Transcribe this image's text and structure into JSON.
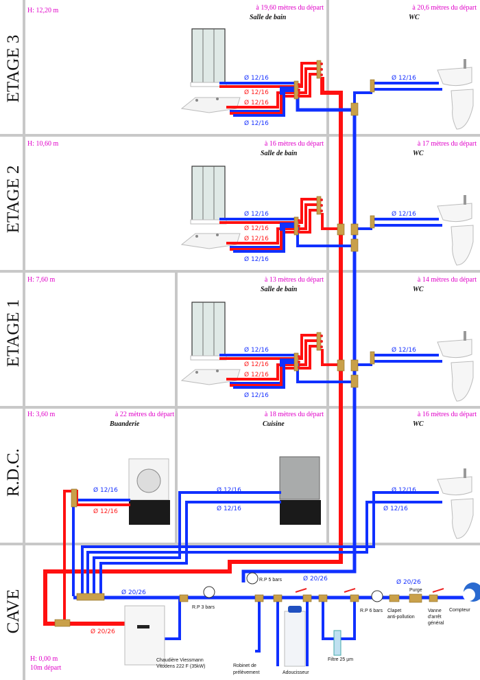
{
  "floors": {
    "etage3": {
      "label": "ETAGE 3",
      "height": "H: 12,20 m",
      "bathroom": {
        "distance": "à 19,60 mètres du départ",
        "name": "Salle de bain"
      },
      "wc": {
        "distance": "à 20,6 mètres du départ",
        "name": "WC"
      },
      "pipes": [
        "Ø 12/16",
        "Ø 12/16",
        "Ø 12/16",
        "Ø 12/16",
        "Ø 12/16"
      ]
    },
    "etage2": {
      "label": "ETAGE 2",
      "height": "H: 10,60 m",
      "bathroom": {
        "distance": "à 16 mètres du départ",
        "name": "Salle de bain"
      },
      "wc": {
        "distance": "à 17 mètres du départ",
        "name": "WC"
      },
      "pipes": [
        "Ø 12/16",
        "Ø 12/16",
        "Ø 12/16",
        "Ø 12/16",
        "Ø 12/16"
      ]
    },
    "etage1": {
      "label": "ETAGE 1",
      "height": "H: 7,60 m",
      "bathroom": {
        "distance": "à 13 mètres du départ",
        "name": "Salle de bain"
      },
      "wc": {
        "distance": "à 14 mètres du départ",
        "name": "WC"
      },
      "pipes": [
        "Ø 12/16",
        "Ø 12/16",
        "Ø 12/16",
        "Ø 12/16",
        "Ø 12/16"
      ]
    },
    "rdc": {
      "label": "R.D.C.",
      "height": "H: 3,60 m",
      "laundry": {
        "distance": "à 22 mètres du départ",
        "name": "Buanderie",
        "pipes": [
          "Ø 12/16",
          "Ø 12/16"
        ]
      },
      "kitchen": {
        "distance": "à 18 mètres du départ",
        "name": "Cuisine",
        "pipes": [
          "Ø 12/16",
          "Ø 12/16"
        ]
      },
      "wc": {
        "distance": "à 16 mètres du départ",
        "name": "WC",
        "pipes": [
          "Ø 12/16",
          "Ø 12/16"
        ]
      }
    },
    "cave": {
      "label": "CAVE",
      "height": "H: 0,00 m",
      "start": "10m départ",
      "pipes": {
        "cold_main": "Ø 20/26",
        "hot_main": "Ø 20/26",
        "riser": "Ø 20/26",
        "inlet": "Ø 20/26"
      },
      "components": {
        "rp3": "R.P 3 bars",
        "rp5": "R.P 5 bars",
        "rp6": "R.P 6 bars",
        "purge": "Purge",
        "clapet_1": "Clapet",
        "clapet_2": "anti-pollution",
        "vanne_1": "Vanne",
        "vanne_2": "d'arrêt",
        "vanne_3": "général",
        "compteur": "Compteur",
        "boiler_1": "Chaudière Viessmann",
        "boiler_2": "Vitodens 222 F (35kW)",
        "tap_1": "Robinet de",
        "tap_2": "prélèvement",
        "softener": "Adoucisseur",
        "filter": "Filtre 25 µm"
      }
    }
  },
  "colors": {
    "hot": "#ff1010",
    "cold": "#1030ff",
    "annotation": "#e000c8"
  }
}
